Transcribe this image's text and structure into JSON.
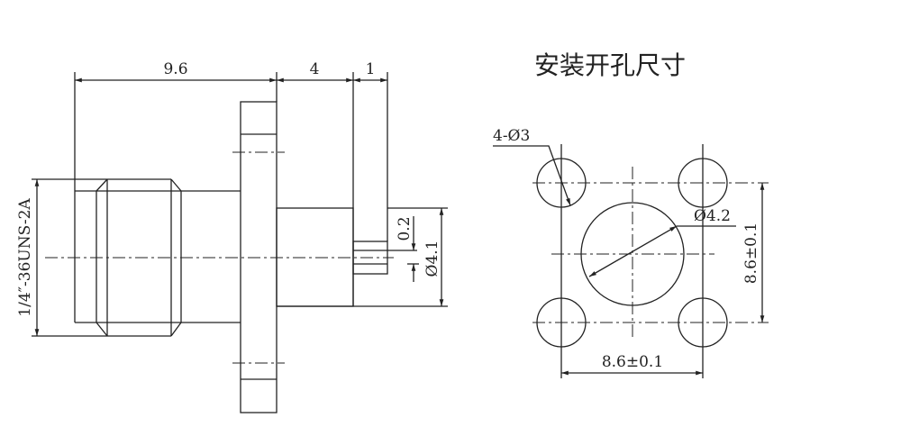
{
  "title": "安装开孔尺寸",
  "side_view": {
    "dim_length_body": "9.6",
    "dim_length_rear": "4",
    "dim_length_pin": "1",
    "dim_thread": "1/4″-36UNS-2A",
    "dim_pin_offset": "0.2",
    "dim_rear_diameter": "Ø4.1"
  },
  "panel_cutout": {
    "hole_callout": "4-Ø3",
    "center_hole": "Ø4.2",
    "dim_horizontal": "8.6±0.1",
    "dim_vertical": "8.6±0.1"
  }
}
